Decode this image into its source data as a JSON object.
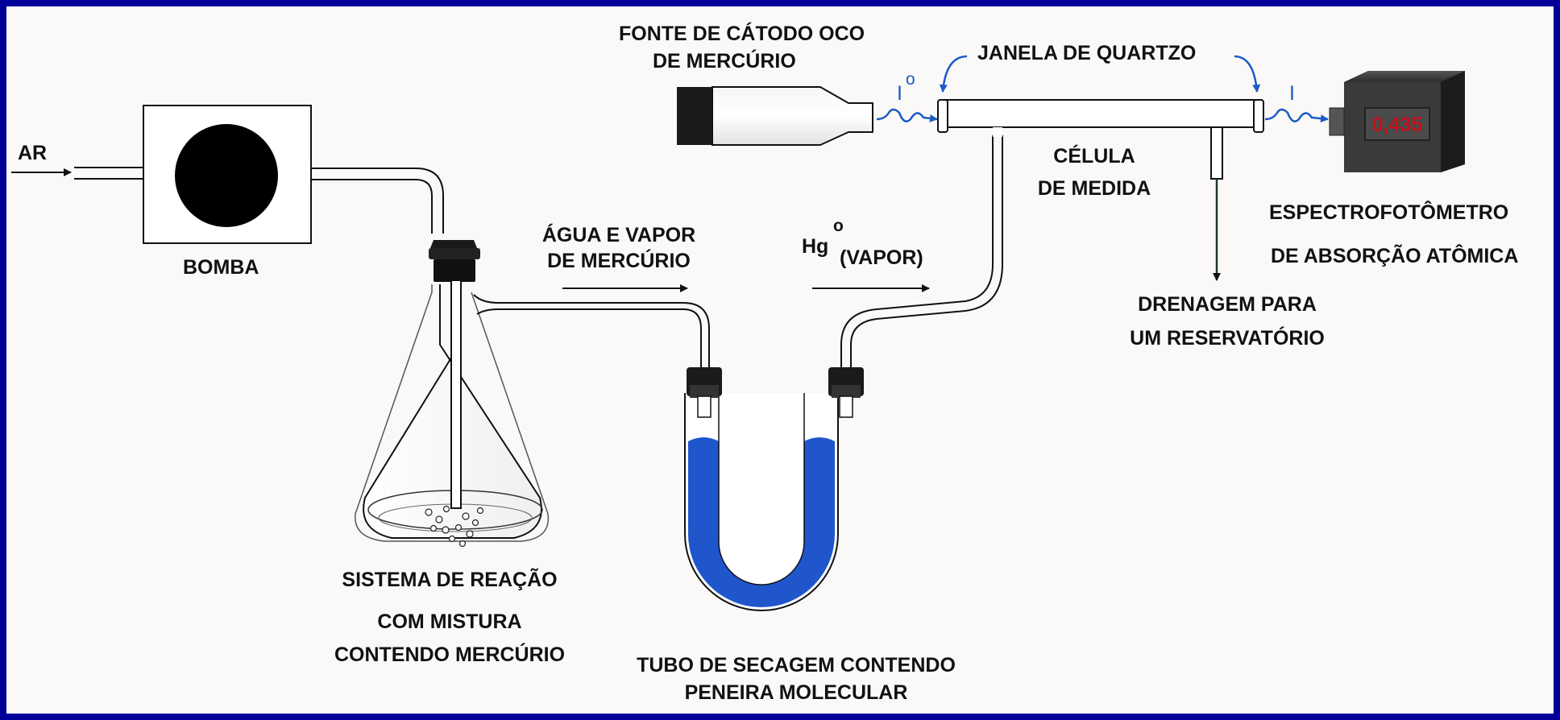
{
  "labels": {
    "air": "AR",
    "pump": "BOMBA",
    "flask_line1": "SISTEMA DE REAÇÃO",
    "flask_line2": "COM MISTURA",
    "flask_line3": "CONTENDO MERCÚRIO",
    "water_line1": "ÁGUA E VAPOR",
    "water_line2": "DE MERCÚRIO",
    "hg_symbol": "Hg",
    "hg_superscript": "o",
    "hg_vapor": "(VAPOR)",
    "utube_line1": "TUBO DE SECAGEM CONTENDO",
    "utube_line2": "PENEIRA MOLECULAR",
    "lamp_line1": "FONTE DE CÁTODO OCO",
    "lamp_line2": "DE   MERCÚRIO",
    "window": "JANELA DE QUARTZO",
    "cell_line1": "CÉLULA",
    "cell_line2": "DE MEDIDA",
    "drain_line1": "DRENAGEM PARA",
    "drain_line2": "UM RESERVATÓRIO",
    "spectro_line1": "ESPECTROFOTÔMETRO",
    "spectro_line2": "DE ABSORÇÃO ATÔMICA",
    "beam_incident": "I",
    "beam_incident_sub": "o",
    "beam_transmitted": "I"
  },
  "display": {
    "reading": "0,435"
  },
  "colors": {
    "page_border": "#000099",
    "background": "#fbf8f8",
    "beam": "#1a5bc4",
    "desiccant": "#1f56cc",
    "display_text": "#c0121a"
  }
}
